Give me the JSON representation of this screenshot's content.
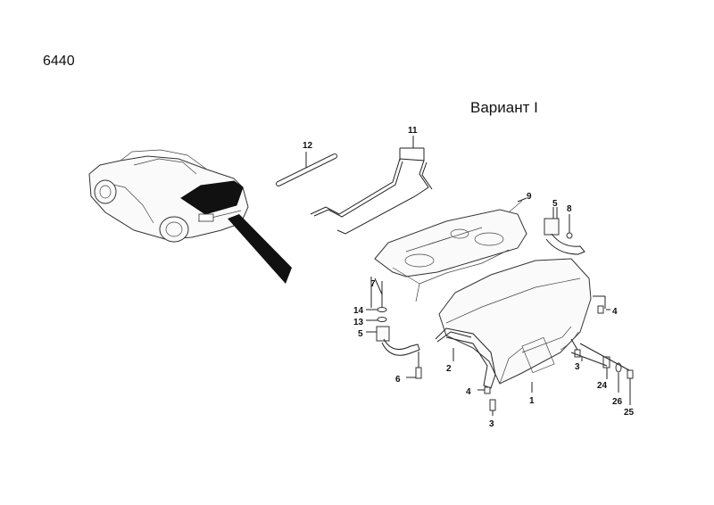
{
  "header": {
    "page_code": "6440",
    "variant_label": "Вариант I"
  },
  "callouts": {
    "p1": "1",
    "p2": "2",
    "p3a": "3",
    "p3b": "3",
    "p4a": "4",
    "p4b": "4",
    "p5a": "5",
    "p5b": "5",
    "p6": "6",
    "p7": "7",
    "p8": "8",
    "p9": "9",
    "p11": "11",
    "p12": "12",
    "p13": "13",
    "p14": "14",
    "p24": "24",
    "p25": "25",
    "p26": "26"
  }
}
